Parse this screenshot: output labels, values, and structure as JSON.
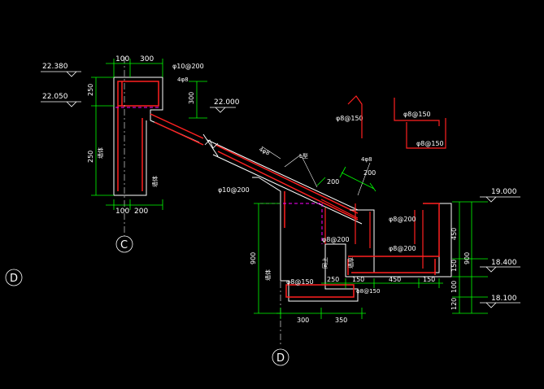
{
  "colors": {
    "background": "#000000",
    "dimension": "#00ff00",
    "rebar": "#ff2020",
    "concrete": "#ffffff",
    "hidden": "#ff00ff",
    "axis": "#ffffff"
  },
  "elevations": {
    "e1": "22.380",
    "e2": "22.050",
    "e3": "22.000",
    "e4": "19.000",
    "e5": "18.400",
    "e6": "18.100"
  },
  "dimensions": {
    "top_100": "100",
    "top_300": "300",
    "left_250a": "250",
    "left_250b": "250",
    "right_300": "300",
    "bot_100": "100",
    "bot_200": "200",
    "lower_200": "200",
    "lower_200b": "200",
    "lower_900": "900",
    "lower_250": "250",
    "lower_150a": "150",
    "lower_450": "450",
    "lower_150b": "150",
    "lower_300": "300",
    "lower_350": "350",
    "right_450": "450",
    "right_150": "150",
    "right_100": "100",
    "right_120": "120",
    "right_900": "900"
  },
  "rebar_labels": {
    "r1": "φ10@200",
    "r2": "φ10@200",
    "r3": "φ8@200",
    "r4": "φ8@200",
    "r5": "φ8@200",
    "r6": "φ8@150",
    "r7": "φ8@150",
    "r8": "φ8@150",
    "r9": "φ8@150",
    "r10": "4φ8",
    "r11": "4φ8",
    "r12": "4φ8",
    "r13": "φ8@150"
  },
  "notes": {
    "n1": "墙体",
    "n2": "墙体",
    "n3": "L型",
    "n4": "墙体",
    "n5": "同上",
    "n6": "墙厚"
  },
  "axes": {
    "c": "C",
    "d_left": "D",
    "d_bottom": "D"
  }
}
